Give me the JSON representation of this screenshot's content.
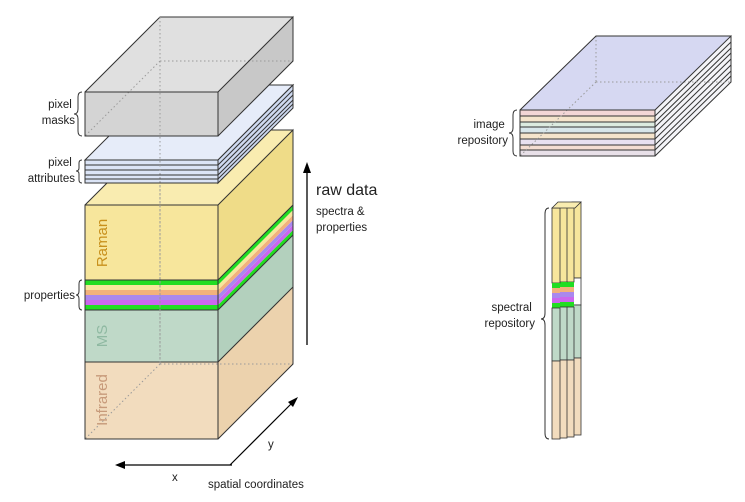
{
  "labels": {
    "pixel_masks": [
      "pixel",
      "masks"
    ],
    "pixel_attributes": [
      "pixel",
      "attributes"
    ],
    "properties": "properties",
    "raman": "Raman",
    "ms": "MS",
    "infrared": "Infrared",
    "raw_data_title": "raw data",
    "raw_data_sub": [
      "spectra &",
      "properties"
    ],
    "axis_y": "y",
    "axis_x": "x",
    "spatial_coordinates": "spatial coordinates",
    "image_repository": [
      "image",
      "repository"
    ],
    "spectral_repository": [
      "spectral",
      "repository"
    ]
  },
  "colors": {
    "mask_gray": "#d4d4d4",
    "attributes_blue": "#dbe4f6",
    "raman_yellow": "#f7e69c",
    "raman_label": "#c8901c",
    "ms_green": "#bfd9c8",
    "ms_label": "#8fb9a2",
    "infrared_tan": "#f2dcbe",
    "infrared_label": "#c79a7a",
    "image_repo_top": "#d6d8f2",
    "property_band_colors": [
      "#22dd22",
      "#f2b27c",
      "#aa88ee",
      "#cc66ee",
      "#22dd22"
    ]
  }
}
